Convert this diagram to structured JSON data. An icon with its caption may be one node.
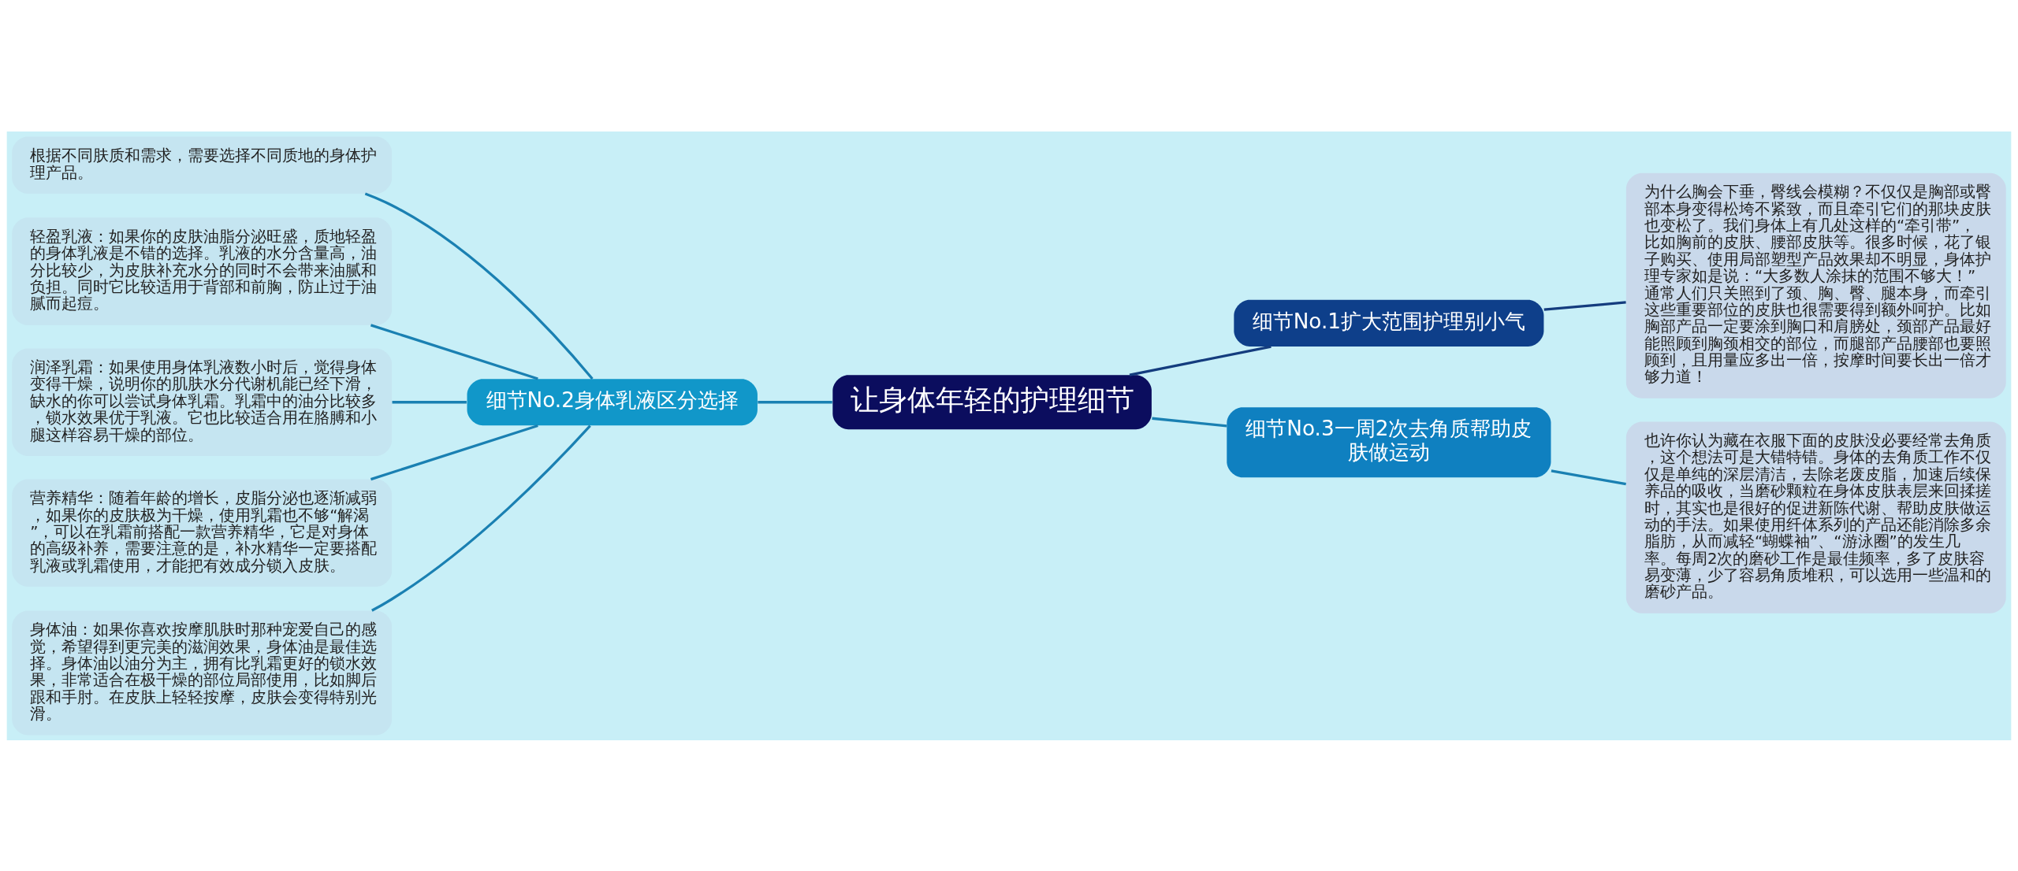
{
  "diagram": {
    "nodes": [
      {
        "text": [
          "让身体年轻的护理细节"
        ]
      },
      {
        "text": [
          "细节No.1扩大范围护理别小气"
        ]
      },
      {
        "text": [
          "为什么胸会下垂，臀线会模糊？不仅仅是胸部或臀部本身变得松垮不紧致，而且牵引它们的那块皮肤也变松了。我们身体上有几处这样的“牵引带”，比如胸前的皮肤、腰部皮肤等。很多时候，花了银子购买、使用局部塑型产品效果却不明显，身体护理专家如是说：“大多数人涂抹的范围不够大！”通常人们只关照到了颈、胸、臀、腿本身，而牵引这些重要部位的皮肤也很需要得到额外呵护。比如胸部产品一定要涂到胸口和肩膀处，颈部产品最好能照顾到胸颈相交的部位，而腿部产品腰部也要照顾到，且用量应多出一倍，按摩时间要长出一倍才够力道！"
        ]
      },
      {
        "text": [
          "细节No.2身体乳液区分选择"
        ]
      },
      {
        "text": [
          "根据不同肤质和需求，需要选择不同质地的身体护理产品。"
        ]
      },
      {
        "text": [
          "轻盈乳液：如果你的皮肤油脂分泌旺盛，质地轻盈的身体乳液是不错的选择。乳液的水分含量高，油分比较少，为皮肤补充水分的同时不会带来油腻和负担。同时它比较适用于背部和前胸，防止过于油腻而起痘。"
        ]
      },
      {
        "text": [
          "润泽乳霜：如果使用身体乳液数小时后，觉得身体变得干燥，说明你的肌肤水分代谢机能已经下滑，缺水的你可以尝试身体乳霜。乳霜中的油分比较多，锁水效果优于乳液。它也比较适合用在胳膊和小腿这样容易干燥的部位。"
        ]
      },
      {
        "text": [
          "营养精华：随着年龄的增长，皮脂分泌也逐渐减弱，如果你的皮肤极为干燥，使用乳霜也不够“解渴”，可以在乳霜前搭配一款营养精华，它是对身体的高级补养，需要注意的是，补水精华一定要搭配乳液或乳霜使用，才能把有效成分锁入皮肤。"
        ]
      },
      {
        "text": [
          "身体油：如果你喜欢按摩肌肤时那种宠爱自己的感觉，希望得到更完美的滋润效果，身体油是最佳选择。身体油以油分为主，拥有比乳霜更好的锁水效果，非常适合在极干燥的部位局部使用，比如脚后跟和手肘。在皮肤上轻轻按摩，皮肤会变得特别光滑。"
        ]
      },
      {
        "text": [
          "细节No.3一周2次去角质帮助皮肤做运动"
        ]
      },
      {
        "text": [
          "也许你认为藏在衣服下面的皮肤没必要经常去角质，这个想法可是大错特错。身体的去角质工作不仅仅是单纯的深层清洁，去除老废皮脂，加速后续保养品的吸收，当磨砂颗粒在身体皮肤表层来回揉搓时，其实也是很好的促进新陈代谢、帮助皮肤做运动的手法。如果使用纤体系列的产品还能消除多余脂肪，从而减轻“蝴蝶袖”、“游泳圈”的发生几率。每周2次的磨砂工作是最佳频率，多了皮肤容易变薄，少了容易角质堆积，可以选用一些温和的磨砂产品。"
        ]
      }
    ],
    "edges": [
      {
        "from": 0,
        "to": 1,
        "arrow": "none",
        "color": "#143c7e"
      },
      {
        "from": 1,
        "to": 2,
        "arrow": "none",
        "color": "#143c7e"
      },
      {
        "from": 0,
        "to": 3,
        "arrow": "none"
      },
      {
        "from": 3,
        "to": 4,
        "arrow": "none"
      },
      {
        "from": 3,
        "to": 5,
        "arrow": "none"
      },
      {
        "from": 3,
        "to": 6,
        "arrow": "none"
      },
      {
        "from": 3,
        "to": 7,
        "arrow": "none"
      },
      {
        "from": 3,
        "to": 8,
        "arrow": "none"
      },
      {
        "from": 0,
        "to": 9,
        "arrow": "none"
      },
      {
        "from": 9,
        "to": 10,
        "arrow": "none"
      }
    ]
  }
}
